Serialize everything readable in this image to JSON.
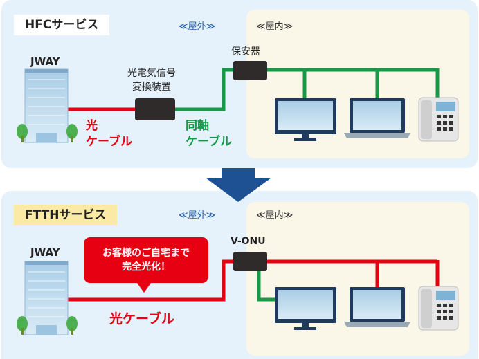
{
  "hfc": {
    "title": "HFCサービス",
    "outdoor_label": "≪屋外≫",
    "indoor_label": "≪屋内≫",
    "building_label": "JWAY",
    "converter_label_line1": "光電気信号",
    "converter_label_line2": "変換装置",
    "protector_label": "保安器",
    "optical_cable_line1": "光",
    "optical_cable_line2": "ケーブル",
    "coax_cable_line1": "同軸",
    "coax_cable_line2": "ケーブル"
  },
  "ftth": {
    "title": "FTTHサービス",
    "outdoor_label": "≪屋外≫",
    "indoor_label": "≪屋内≫",
    "building_label": "JWAY",
    "onu_label": "V-ONU",
    "callout": "お客様のご自宅まで\n完全光化！",
    "optical_cable": "光ケーブル"
  },
  "colors": {
    "optical_line": "#e60012",
    "coax_line": "#159a48",
    "arrow": "#1d5193",
    "panel": "#e5f1fb",
    "indoor": "#fbf7e8"
  }
}
